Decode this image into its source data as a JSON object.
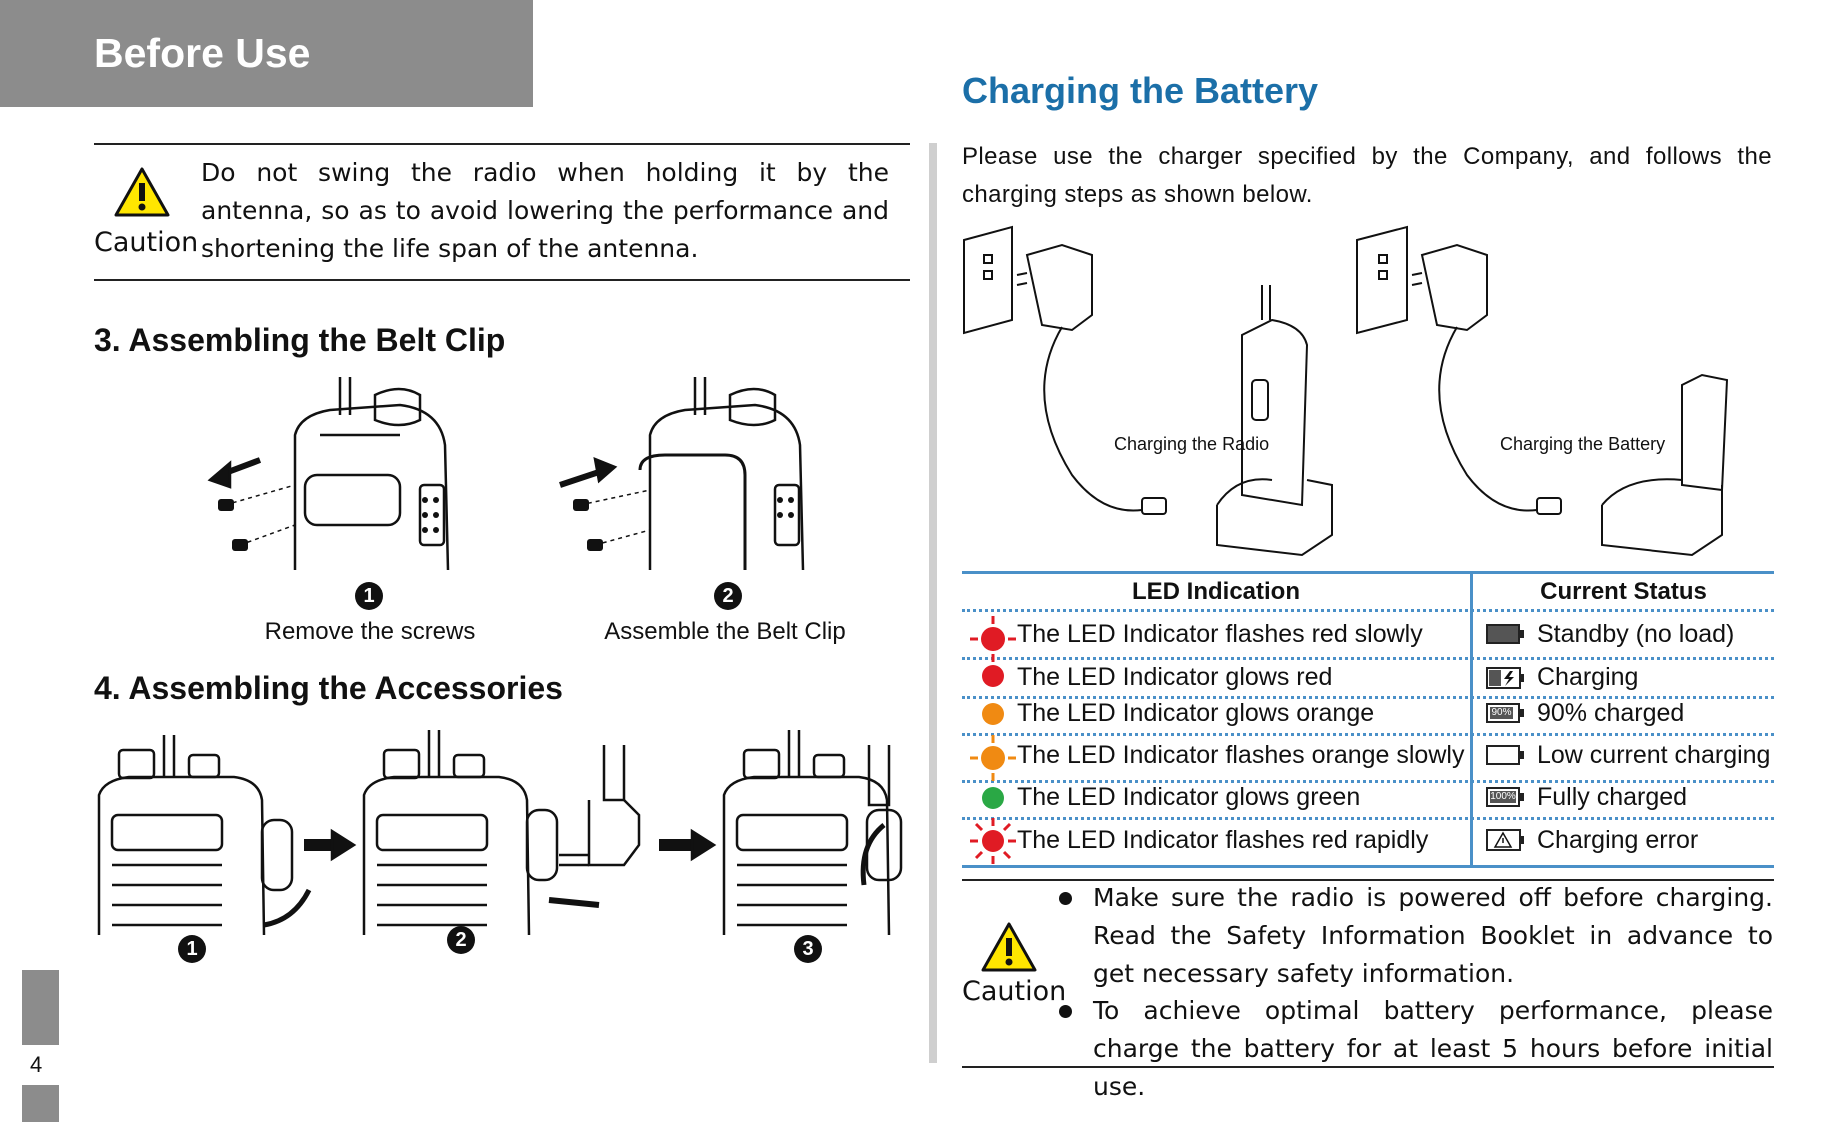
{
  "header": {
    "title": "Before Use"
  },
  "caution_top": {
    "label": "Caution",
    "text": "Do not swing the radio when holding it by the antenna, so as to avoid lowering the performance and shortening the life span of the antenna."
  },
  "section3": {
    "title": "3. Assembling the Belt Clip",
    "steps": [
      {
        "num": "1",
        "caption": "Remove the screws"
      },
      {
        "num": "2",
        "caption": "Assemble the Belt Clip"
      }
    ]
  },
  "section4": {
    "title": "4. Assembling the Accessories",
    "steps": [
      "1",
      "2",
      "3"
    ]
  },
  "charging": {
    "title": "Charging the Battery",
    "intro": "Please use the charger specified by the Company, and follows the charging steps as shown below.",
    "figure_labels": {
      "radio": "Charging the Radio",
      "battery": "Charging the Battery"
    }
  },
  "led_table": {
    "headers": {
      "led": "LED Indication",
      "status": "Current Status"
    },
    "rows": [
      {
        "led": "The LED Indicator flashes red slowly",
        "status": "Standby (no load)",
        "color": "#e01b24",
        "mode": "flash"
      },
      {
        "led": "The LED Indicator glows red",
        "status": "Charging",
        "color": "#e01b24",
        "mode": "solid"
      },
      {
        "led": "The LED Indicator glows orange",
        "status": "90% charged",
        "color": "#f08a12",
        "mode": "solid"
      },
      {
        "led": "The LED Indicator flashes orange slowly",
        "status": "Low current charging",
        "color": "#f08a12",
        "mode": "flash"
      },
      {
        "led": "The LED Indicator glows green",
        "status": "Fully charged",
        "color": "#2aa845",
        "mode": "solid"
      },
      {
        "led": "The LED Indicator flashes red rapidly",
        "status": "Charging error",
        "color": "#e01b24",
        "mode": "burst"
      }
    ],
    "battery_badges": {
      "ninety": "90%",
      "full": "100%"
    }
  },
  "caution_bottom": {
    "label": "Caution",
    "bullets": [
      "Make sure the radio is powered off before charging. Read the Safety Information Booklet in advance to get necessary safety information.",
      "To achieve optimal battery performance, please charge the battery for at least 5 hours before initial use."
    ]
  },
  "page": {
    "number": "4"
  }
}
